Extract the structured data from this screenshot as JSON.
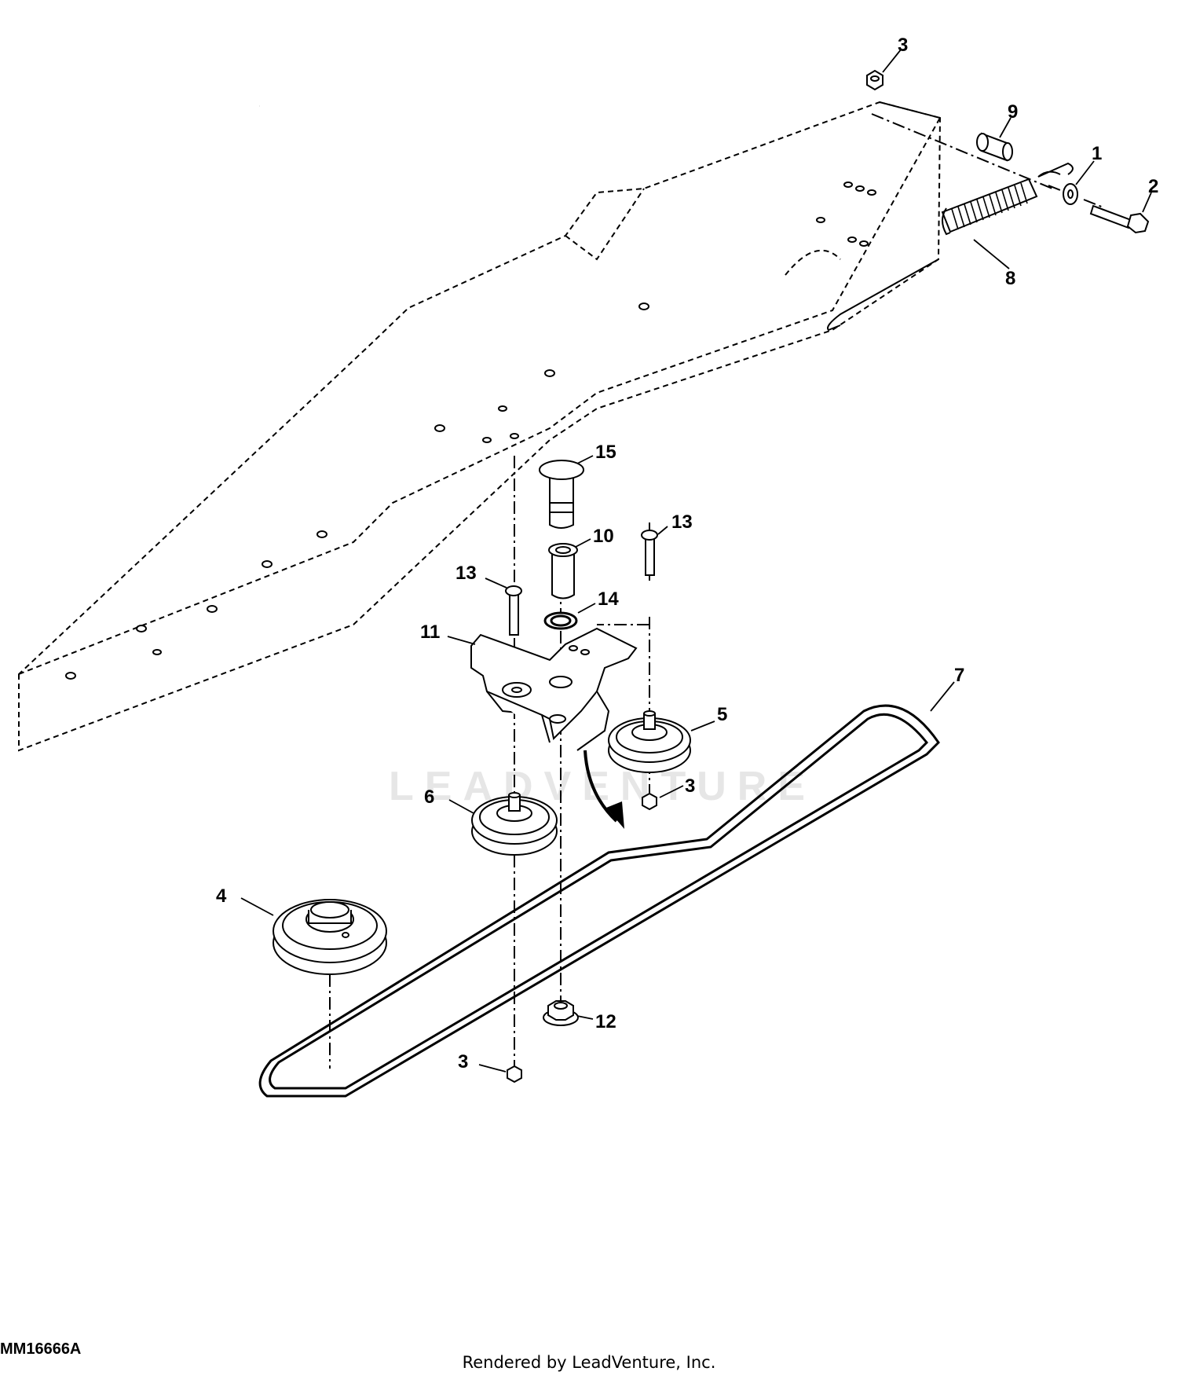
{
  "callouts": [
    {
      "id": "c1",
      "label": "1"
    },
    {
      "id": "c2",
      "label": "2"
    },
    {
      "id": "c3a",
      "label": "3"
    },
    {
      "id": "c3b",
      "label": "3"
    },
    {
      "id": "c3c",
      "label": "3"
    },
    {
      "id": "c4",
      "label": "4"
    },
    {
      "id": "c5",
      "label": "5"
    },
    {
      "id": "c6",
      "label": "6"
    },
    {
      "id": "c7",
      "label": "7"
    },
    {
      "id": "c8",
      "label": "8"
    },
    {
      "id": "c9",
      "label": "9"
    },
    {
      "id": "c10",
      "label": "10"
    },
    {
      "id": "c11",
      "label": "11"
    },
    {
      "id": "c12",
      "label": "12"
    },
    {
      "id": "c13a",
      "label": "13"
    },
    {
      "id": "c13b",
      "label": "13"
    },
    {
      "id": "c14",
      "label": "14"
    },
    {
      "id": "c15",
      "label": "15"
    }
  ],
  "watermark": "LEADVENTURE",
  "figure_code": "MM16666A",
  "credit": "Rendered by LeadVenture, Inc."
}
